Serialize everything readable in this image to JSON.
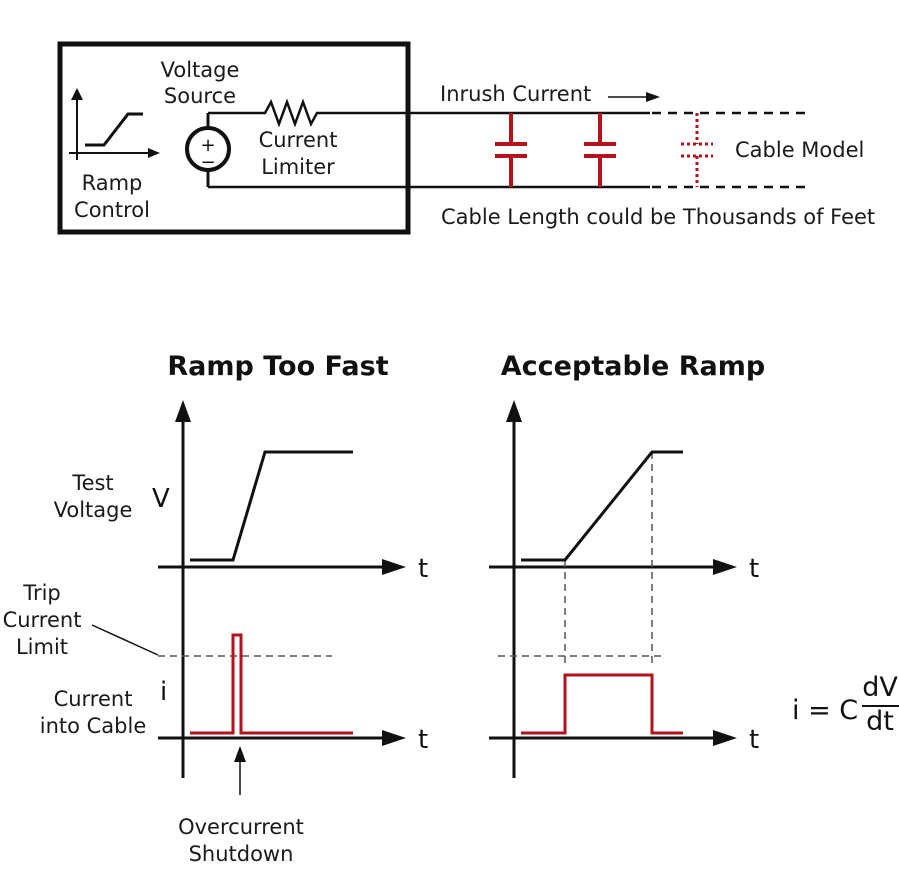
{
  "colors": {
    "line": "#111111",
    "accent_red": "#b5121b",
    "dashed_gray": "#555555",
    "background": "#ffffff"
  },
  "circuit": {
    "voltage_source_label": [
      "Voltage",
      "Source"
    ],
    "current_limiter_label": [
      "Current",
      "Limiter"
    ],
    "ramp_control_label": [
      "Ramp",
      "Control"
    ],
    "source_plus": "+",
    "source_minus": "−",
    "inrush_label": "Inrush Current",
    "cable_model_label": "Cable Model",
    "cable_length_note": "Cable Length could be Thousands of Feet",
    "capacitor_count_solid": 2,
    "capacitor_count_dotted": 1
  },
  "panels": [
    {
      "title": "Ramp Too Fast",
      "v_label": "V",
      "i_label": "i",
      "t_label": "t",
      "left_labels": {
        "voltage": [
          "Test",
          "Voltage"
        ],
        "trip": [
          "Trip",
          "Current",
          "Limit"
        ],
        "current": [
          "Current",
          "into Cable"
        ]
      },
      "annotation": [
        "Overcurrent",
        "Shutdown"
      ]
    },
    {
      "title": "Acceptable Ramp",
      "t_label": "t",
      "formula": {
        "lhs": "i = C",
        "num": "dV",
        "den": "dt"
      }
    }
  ],
  "chart_data": [
    {
      "type": "line",
      "title": "Ramp Too Fast",
      "xlabel": "t",
      "series": [
        {
          "name": "Test Voltage",
          "x": [
            0.05,
            0.3,
            0.55,
            1.0
          ],
          "y": [
            0.05,
            0.05,
            1.0,
            1.0
          ]
        },
        {
          "name": "Current into Cable",
          "x": [
            0.05,
            0.3,
            0.3,
            0.36,
            0.36,
            1.0
          ],
          "y": [
            0.05,
            0.05,
            1.1,
            1.1,
            0.05,
            0.05
          ]
        }
      ],
      "reference_lines": [
        {
          "name": "Trip Current Limit",
          "y": 0.85
        }
      ],
      "annotations": [
        "Overcurrent Shutdown"
      ]
    },
    {
      "type": "line",
      "title": "Acceptable Ramp",
      "xlabel": "t",
      "series": [
        {
          "name": "Test Voltage",
          "x": [
            0.05,
            0.3,
            0.8,
            1.0
          ],
          "y": [
            0.05,
            0.05,
            1.0,
            1.0
          ]
        },
        {
          "name": "Current into Cable",
          "x": [
            0.05,
            0.3,
            0.3,
            0.8,
            0.8,
            1.0
          ],
          "y": [
            0.05,
            0.05,
            0.6,
            0.6,
            0.05,
            0.05
          ]
        }
      ],
      "reference_lines": [
        {
          "name": "Trip Current Limit",
          "y": 0.85
        }
      ],
      "annotations": [
        "i = C dV/dt"
      ]
    }
  ]
}
